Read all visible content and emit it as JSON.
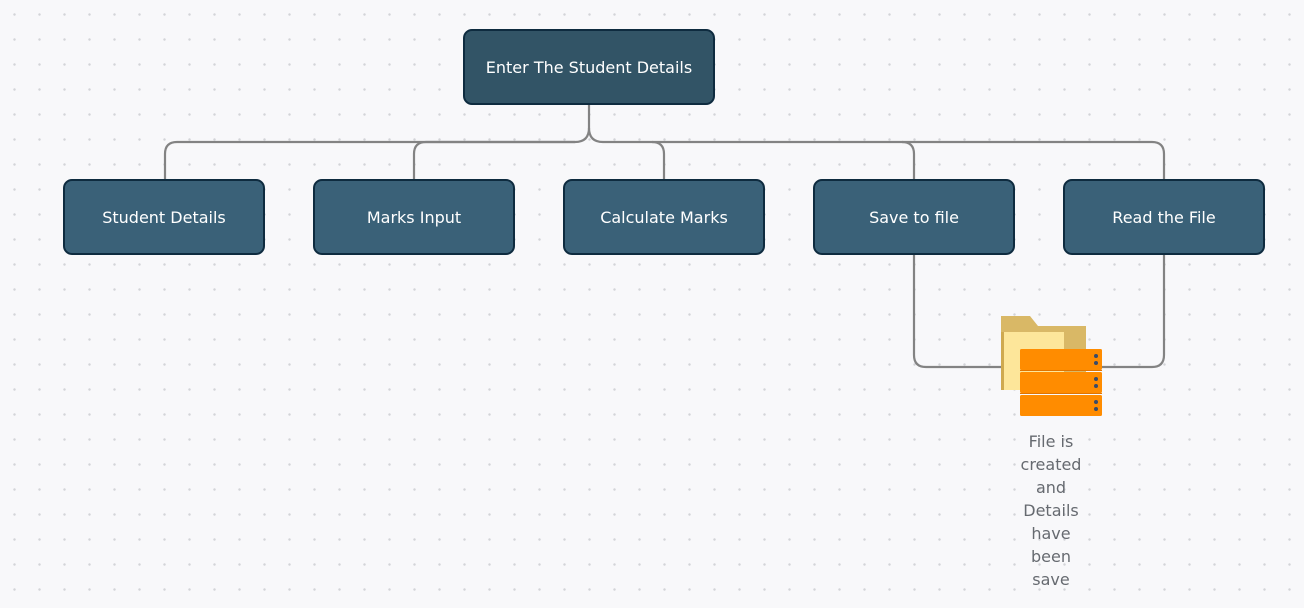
{
  "diagram": {
    "root": {
      "label": "Enter The Student Details"
    },
    "children": [
      {
        "label": "Student Details"
      },
      {
        "label": "Marks Input"
      },
      {
        "label": "Calculate Marks"
      },
      {
        "label": "Save to file"
      },
      {
        "label": "Read the File"
      }
    ],
    "storage": {
      "icon": "folder-server-icon",
      "note_lines": [
        "File is",
        "created",
        "and",
        "Details",
        "have",
        "been",
        "save"
      ]
    }
  },
  "colors": {
    "canvas": "#f8f8fa",
    "root_fill": "#325466",
    "child_fill": "#3a6178",
    "node_border": "#0e2b3f",
    "connector": "#838383",
    "folder": "#e8c468",
    "server": "#ff8c00"
  }
}
